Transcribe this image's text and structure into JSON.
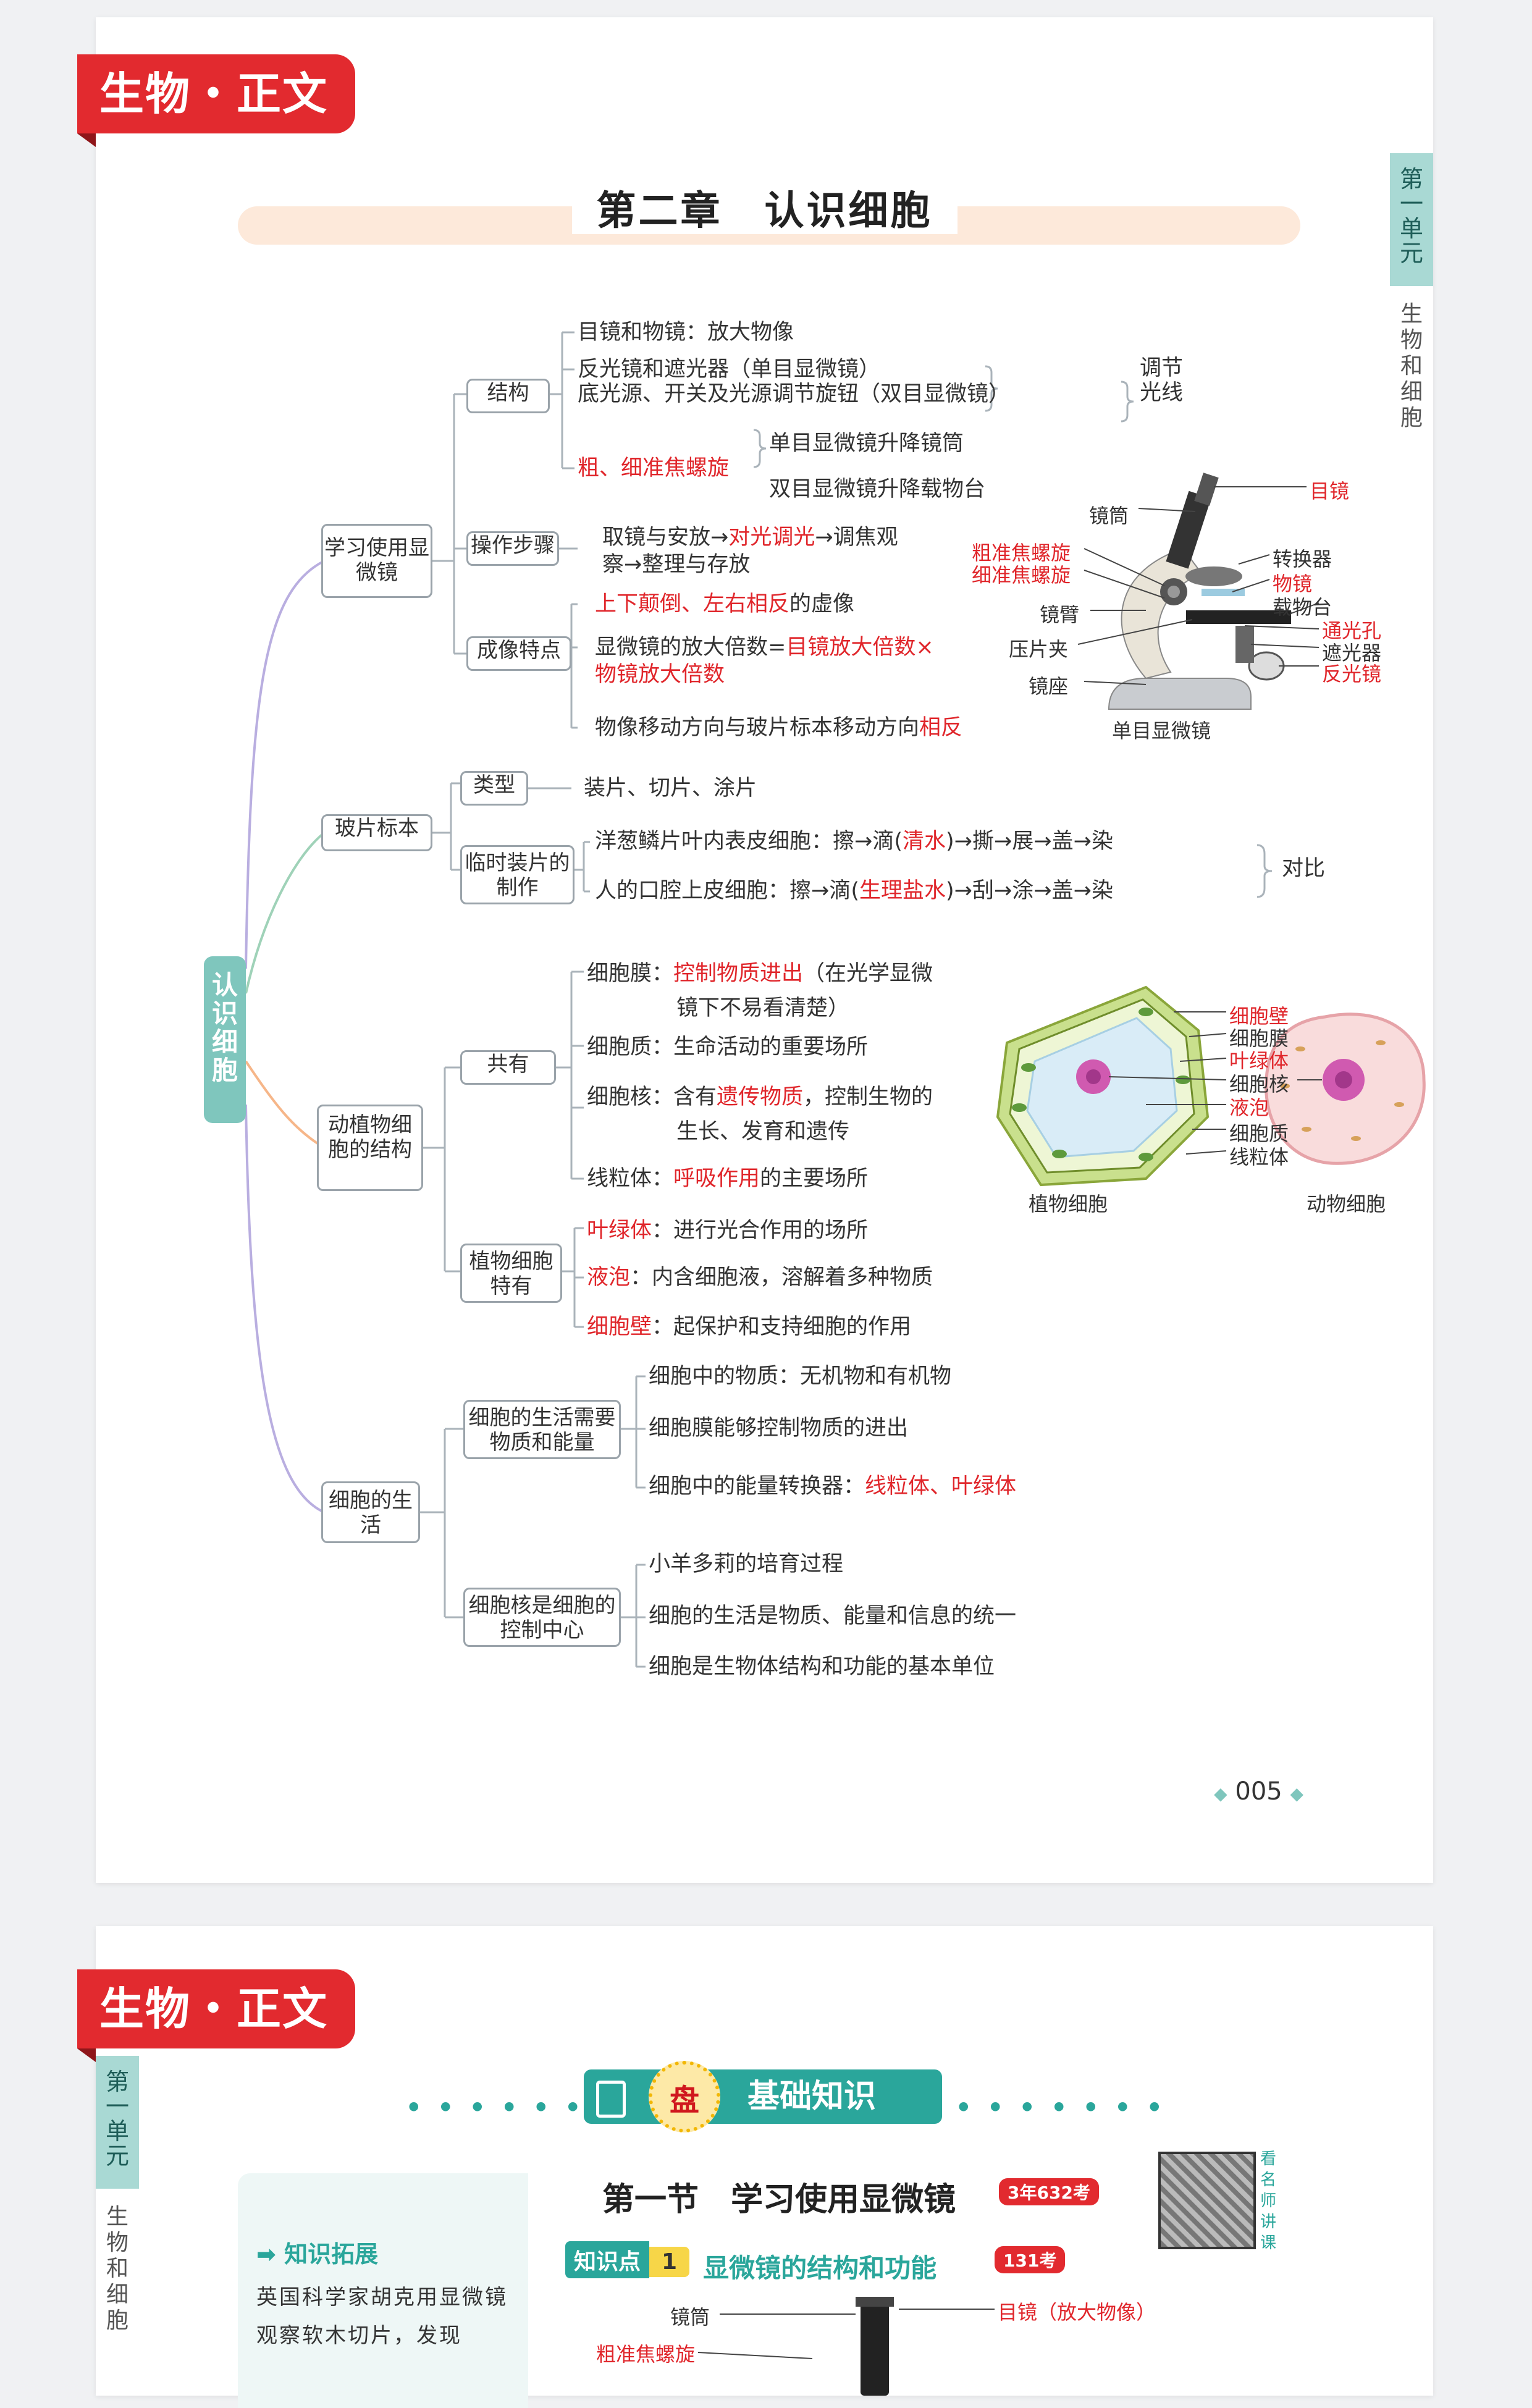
{
  "page1": {
    "badge": "生物・正文",
    "unit_tab": "第一单元",
    "unit_name": "生物和细胞",
    "chapter_title": "第二章　认识细胞",
    "root": "认识细胞",
    "page_number": "005",
    "b1": {
      "label": "学习使用显微镜",
      "structure": "结构",
      "s1": "目镜和物镜：放大物像",
      "s2": "反光镜和遮光器（单目显微镜）",
      "s3": "底光源、开关及光源调节旋钮（双目显微镜）",
      "s23_note": "调节光线",
      "s4": "粗、细准焦螺旋",
      "s4a": "单目显微镜升降镜筒",
      "s4b": "双目显微镜升降载物台",
      "steps": "操作步骤",
      "steps_t1a": "取镜与安放→",
      "steps_t1b": "对光调光",
      "steps_t1c": "→调焦观",
      "steps_t2": "察→整理与存放",
      "imaging": "成像特点",
      "im1a": "上下颠倒、左右相反",
      "im1b": "的虚像",
      "im2a": "显微镜的放大倍数=",
      "im2b": "目镜放大倍数×",
      "im2c": "物镜放大倍数",
      "im3a": "物像移动方向与玻片标本移动方向",
      "im3b": "相反"
    },
    "microscope": {
      "caption": "单目显微镜",
      "tube": "镜筒",
      "eyepiece": "目镜",
      "coarse": "粗准焦螺旋",
      "fine": "细准焦螺旋",
      "arm": "镜臂",
      "clip": "压片夹",
      "base": "镜座",
      "converter": "转换器",
      "objective": "物镜",
      "stage": "载物台",
      "hole": "通光孔",
      "diaphragm": "遮光器",
      "mirror": "反光镜"
    },
    "b2": {
      "label": "玻片标本",
      "types": "类型",
      "types_t": "装片、切片、涂片",
      "temp": "临时装片的制作",
      "onion_a": "洋葱鳞片叶内表皮细胞：擦→滴(",
      "onion_b": "清水",
      "onion_c": ")→撕→展→盖→染",
      "cheek_a": "人的口腔上皮细胞：擦→滴(",
      "cheek_b": "生理盐水",
      "cheek_c": ")→刮→涂→盖→染",
      "compare": "对比"
    },
    "b3": {
      "label": "动植物细胞的结构",
      "common": "共有",
      "c1a": "细胞膜：",
      "c1b": "控制物质进出",
      "c1c": "（在光学显微",
      "c1d": "镜下不易看清楚）",
      "c2": "细胞质：生命活动的重要场所",
      "c3a": "细胞核：含有",
      "c3b": "遗传物质",
      "c3c": "，控制生物的",
      "c3d": "生长、发育和遗传",
      "c4a": "线粒体：",
      "c4b": "呼吸作用",
      "c4c": "的主要场所",
      "plant": "植物细胞特有",
      "p1a": "叶绿体",
      "p1b": "：进行光合作用的场所",
      "p2a": "液泡",
      "p2b": "：内含细胞液，溶解着多种物质",
      "p3a": "细胞壁",
      "p3b": "：起保护和支持细胞的作用"
    },
    "cells": {
      "plant_caption": "植物细胞",
      "animal_caption": "动物细胞",
      "wall": "细胞壁",
      "membrane": "细胞膜",
      "chloroplast": "叶绿体",
      "nucleus": "细胞核",
      "vacuole": "液泡",
      "cytoplasm": "细胞质",
      "mito": "线粒体"
    },
    "b4": {
      "label": "细胞的生活",
      "need": "细胞的生活需要物质和能量",
      "n1": "细胞中的物质：无机物和有机物",
      "n2": "细胞膜能够控制物质的进出",
      "n3a": "细胞中的能量转换器：",
      "n3b": "线粒体、叶绿体",
      "ctrl": "细胞核是细胞的控制中心",
      "k1": "小羊多莉的培育过程",
      "k2": "细胞的生活是物质、能量和信息的统一",
      "k3": "细胞是生物体结构和功能的基本单位"
    }
  },
  "page2": {
    "badge": "生物・正文",
    "unit_tab": "第一单元",
    "unit_name": "生物和细胞",
    "pan": "盘",
    "banner": "基础知识",
    "section": "第一节　学习使用显微镜",
    "section_tag": "3年632考",
    "qr_text": "看名师讲课",
    "kp_label": "知识点",
    "kp_num": "1",
    "kp_title": "显微镜的结构和功能",
    "kp_tag": "131考",
    "ext_head": "知识拓展",
    "ext_text": "英国科学家胡克用显微镜观察软木切片，发现",
    "tube": "镜筒",
    "eyepiece": "目镜（放大物像）",
    "coarse": "粗准焦螺旋"
  },
  "colors": {
    "red": "#e22a2f",
    "teal": "#2aa69b",
    "root": "#7fc6bd"
  }
}
